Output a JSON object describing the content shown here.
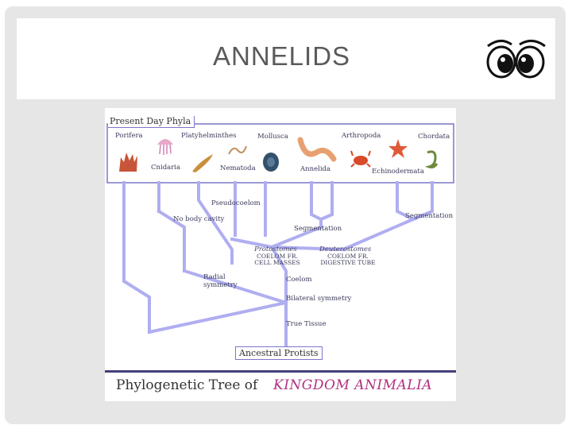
{
  "slide": {
    "title": "ANNELIDS"
  },
  "figure": {
    "header": "Present Day Phyla",
    "phyla": {
      "porifera": "Porifera",
      "cnidaria": "Cnidaria",
      "platyhelminthes": "Platyhelminthes",
      "nematoda": "Nematoda",
      "mollusca": "Mollusca",
      "annelida": "Annelida",
      "arthropoda": "Arthropoda",
      "echinodermata": "Echinodermata",
      "chordata": "Chordata"
    },
    "nodes": {
      "pseudocoelom": "Pseudocoelom",
      "no_body_cavity": "No body cavity",
      "segmentation_left": "Segmentation",
      "segmentation_right": "Segmentation",
      "protostomes": "Protostomes",
      "protostomes_note": "COELOM FR. CELL MASSES",
      "deuterostomes": "Deuterostomes",
      "deuterostomes_note": "COELOM FR. DIGESTIVE TUBE",
      "radial_symmetry": "Radial symmetry",
      "coelom": "Coelom",
      "bilateral_symmetry": "Bilateral symmetry",
      "true_tissue": "True Tissue"
    },
    "root": "Ancestral Protists",
    "caption_plain": "Phylogenetic Tree of",
    "caption_accent": "KINGDOM ANIMALIA",
    "colors": {
      "branch": "#b0aef0",
      "frame": "#7c76c8",
      "caption_accent": "#b03080",
      "caption_bar": "#44407a"
    }
  }
}
